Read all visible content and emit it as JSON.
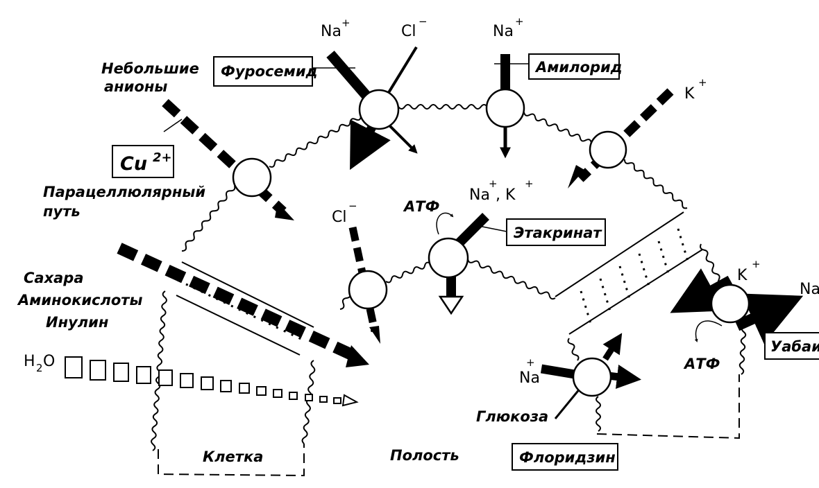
{
  "labels": {
    "small_anions": [
      "Небольшие",
      "анионы"
    ],
    "cu": "Cu",
    "cu_sup": "2+",
    "paracellular": [
      "Парацеллюлярный",
      "путь"
    ],
    "sugars": [
      "Сахара",
      "Аминокислоты",
      "Инулин"
    ],
    "h2o": "H",
    "h2o_sub": "2",
    "h2o_tail": "O",
    "cell": "Клетка",
    "cavity": "Полость",
    "glucose": "Глюкоза"
  },
  "ions": {
    "na_top1": "Na",
    "cl_top": "Cl",
    "na_top2": "Na",
    "k_top": "K",
    "cl_mid": "Cl",
    "na_k": "Na",
    "na_k_mid": ", K",
    "k_right": "K",
    "na_right": "Na",
    "na_bottom": "Na",
    "plus": "+",
    "minus": "−"
  },
  "drugs": {
    "furosemide": "Фуросемид",
    "amiloride": "Амилорид",
    "ethacrynate": "Этакринат",
    "ouabain": "Уабаин",
    "phlorizin": "Флоридзин"
  },
  "atp": {
    "left": "АТФ",
    "right": "АТФ"
  }
}
